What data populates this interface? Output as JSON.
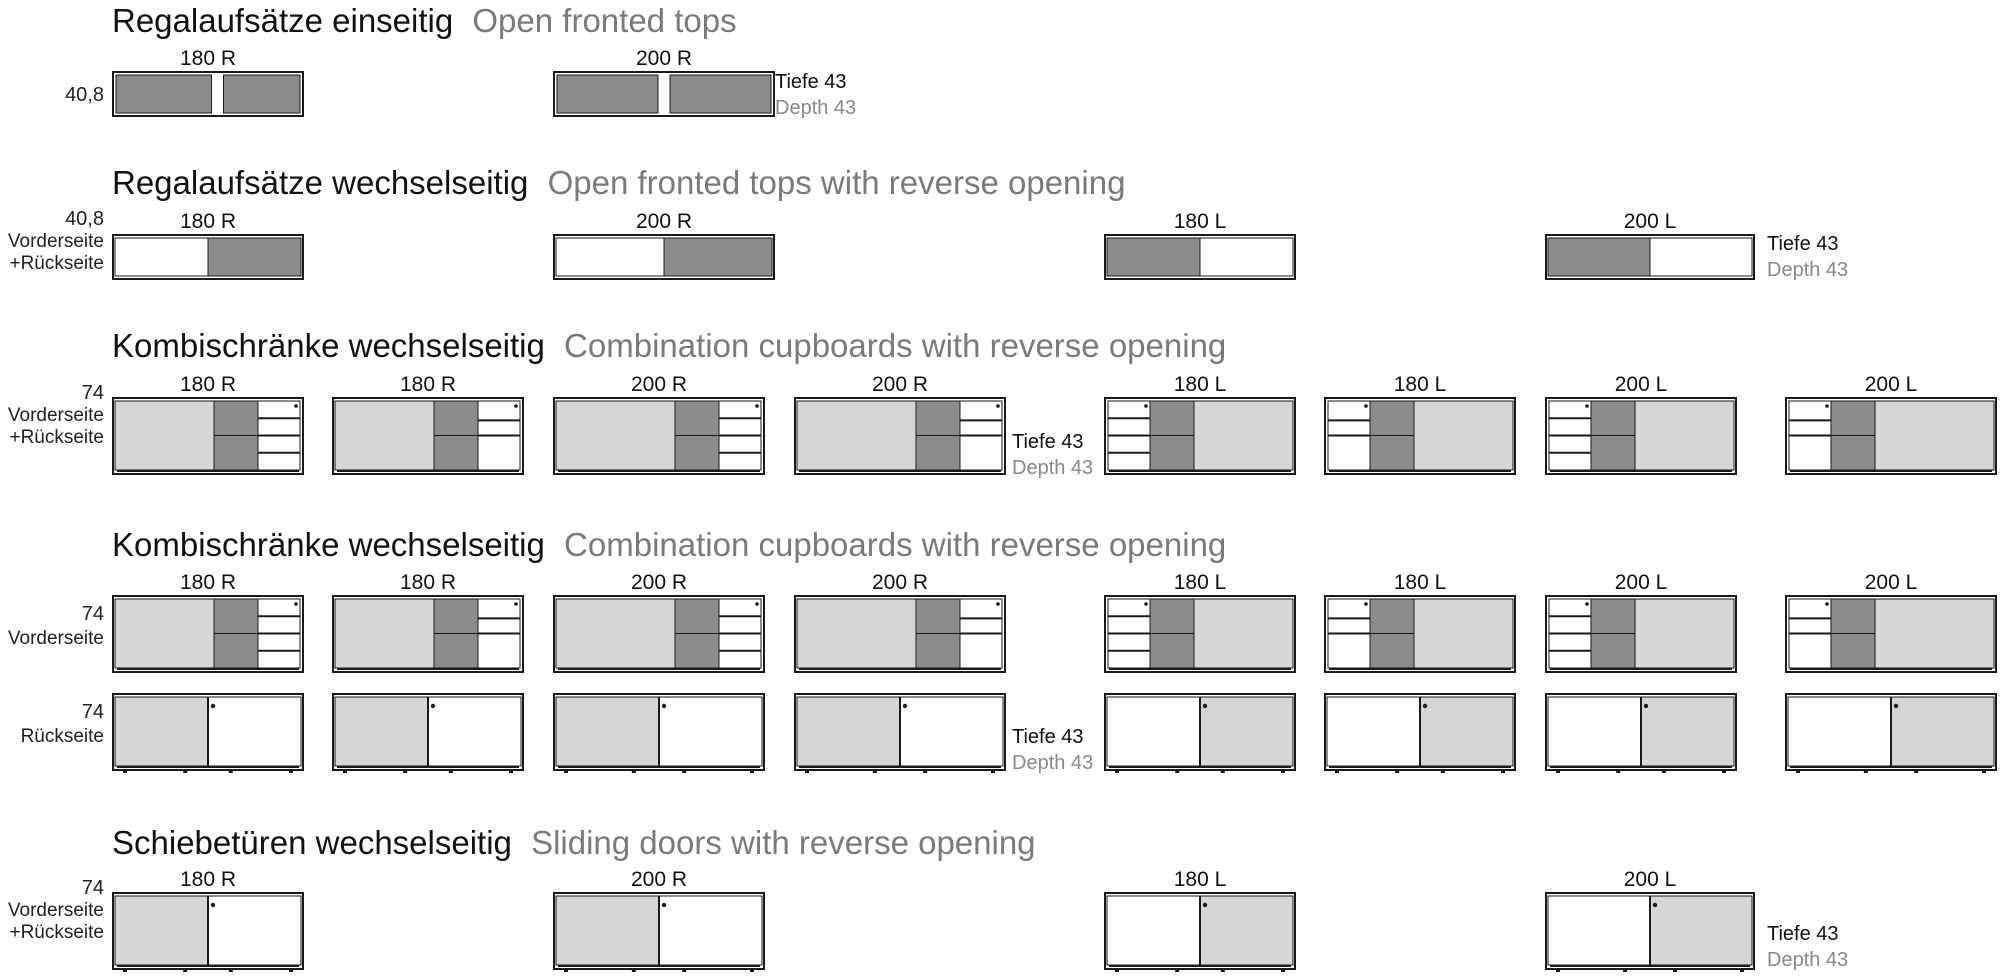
{
  "sections": [
    {
      "title_de": "Regalaufsätze einseitig",
      "title_en": "Open fronted tops",
      "rows": [
        {
          "left_labels": [
            "40,8"
          ],
          "units": [
            {
              "label": "180 R",
              "kind": "shelf",
              "split": 0.55,
              "left": "grey",
              "right": "grey"
            },
            {
              "label": "200 R",
              "kind": "shelf",
              "split": 0.5,
              "left": "grey",
              "right": "grey"
            }
          ],
          "depth_de": "Tiefe 43",
          "depth_en": "Depth 43"
        }
      ]
    },
    {
      "title_de": "Regalaufsätze wechselseitig",
      "title_en": "Open fronted tops with reverse opening",
      "rows": [
        {
          "left_labels": [
            "40,8",
            "Vorderseite",
            "+Rückseite"
          ],
          "units": [
            {
              "label": "180 R",
              "kind": "open",
              "left": "white",
              "right": "grey"
            },
            {
              "label": "200 R",
              "kind": "open",
              "left": "white",
              "right": "grey"
            },
            {
              "label": "180 L",
              "kind": "open",
              "left": "grey",
              "right": "white"
            },
            {
              "label": "200 L",
              "kind": "open",
              "left": "grey",
              "right": "white"
            }
          ],
          "depth_de": "Tiefe 43",
          "depth_en": "Depth 43"
        }
      ]
    },
    {
      "title_de": "Kombischränke wechselseitig",
      "title_en": "Combination cupboards with reverse opening",
      "rows": [
        {
          "left_labels": [
            "74",
            "Vorderseite",
            "+Rückseite"
          ],
          "units": [
            {
              "label": "180 R",
              "kind": "combo",
              "side": "R",
              "drawers": "4"
            },
            {
              "label": "180 R",
              "kind": "combo",
              "side": "R",
              "drawers": "2"
            },
            {
              "label": "200 R",
              "kind": "combo",
              "side": "R",
              "drawers": "4"
            },
            {
              "label": "200 R",
              "kind": "combo",
              "side": "R",
              "drawers": "2"
            },
            {
              "label": "180 L",
              "kind": "combo",
              "side": "L",
              "drawers": "4"
            },
            {
              "label": "180 L",
              "kind": "combo",
              "side": "L",
              "drawers": "2"
            },
            {
              "label": "200 L",
              "kind": "combo",
              "side": "L",
              "drawers": "4"
            },
            {
              "label": "200 L",
              "kind": "combo",
              "side": "L",
              "drawers": "2"
            }
          ],
          "depth_de": "Tiefe 43",
          "depth_en": "Depth 43"
        }
      ]
    },
    {
      "title_de": "Kombischränke wechselseitig",
      "title_en": "Combination cupboards with reverse opening",
      "rows": [
        {
          "left_labels": [
            "74",
            "Vorderseite"
          ],
          "units": [
            {
              "label": "180 R",
              "kind": "combo",
              "side": "R",
              "drawers": "4"
            },
            {
              "label": "180 R",
              "kind": "combo",
              "side": "R",
              "drawers": "2"
            },
            {
              "label": "200 R",
              "kind": "combo",
              "side": "R",
              "drawers": "4"
            },
            {
              "label": "200 R",
              "kind": "combo",
              "side": "R",
              "drawers": "2"
            },
            {
              "label": "180 L",
              "kind": "combo",
              "side": "L",
              "drawers": "4"
            },
            {
              "label": "180 L",
              "kind": "combo",
              "side": "L",
              "drawers": "2"
            },
            {
              "label": "200 L",
              "kind": "combo",
              "side": "L",
              "drawers": "4"
            },
            {
              "label": "200 L",
              "kind": "combo",
              "side": "L",
              "drawers": "2"
            }
          ],
          "depth_de": "",
          "depth_en": ""
        },
        {
          "left_labels": [
            "74",
            "Rückseite"
          ],
          "units": [
            {
              "label": "",
              "kind": "door",
              "side": "R"
            },
            {
              "label": "",
              "kind": "door",
              "side": "R"
            },
            {
              "label": "",
              "kind": "door",
              "side": "R"
            },
            {
              "label": "",
              "kind": "door",
              "side": "R"
            },
            {
              "label": "",
              "kind": "door",
              "side": "L"
            },
            {
              "label": "",
              "kind": "door",
              "side": "L"
            },
            {
              "label": "",
              "kind": "door",
              "side": "L"
            },
            {
              "label": "",
              "kind": "door",
              "side": "L"
            }
          ],
          "depth_de": "Tiefe 43",
          "depth_en": "Depth 43"
        }
      ]
    },
    {
      "title_de": "Schiebetüren wechselseitig",
      "title_en": "Sliding doors with reverse opening",
      "rows": [
        {
          "left_labels": [
            "74",
            "Vorderseite",
            "+Rückseite"
          ],
          "units": [
            {
              "label": "180 R",
              "kind": "door",
              "side": "R"
            },
            {
              "label": "200 R",
              "kind": "door",
              "side": "R"
            },
            {
              "label": "180 L",
              "kind": "door",
              "side": "L"
            },
            {
              "label": "200 L",
              "kind": "door",
              "side": "L"
            }
          ],
          "depth_de": "Tiefe 43",
          "depth_en": "Depth 43"
        }
      ]
    }
  ],
  "colors": {
    "dark_grey": "#8c8c8c",
    "light_grey": "#d6d6d6",
    "frame": "#1a1a1a",
    "title_en": "#7a7a7a",
    "depth_en": "#888888"
  }
}
